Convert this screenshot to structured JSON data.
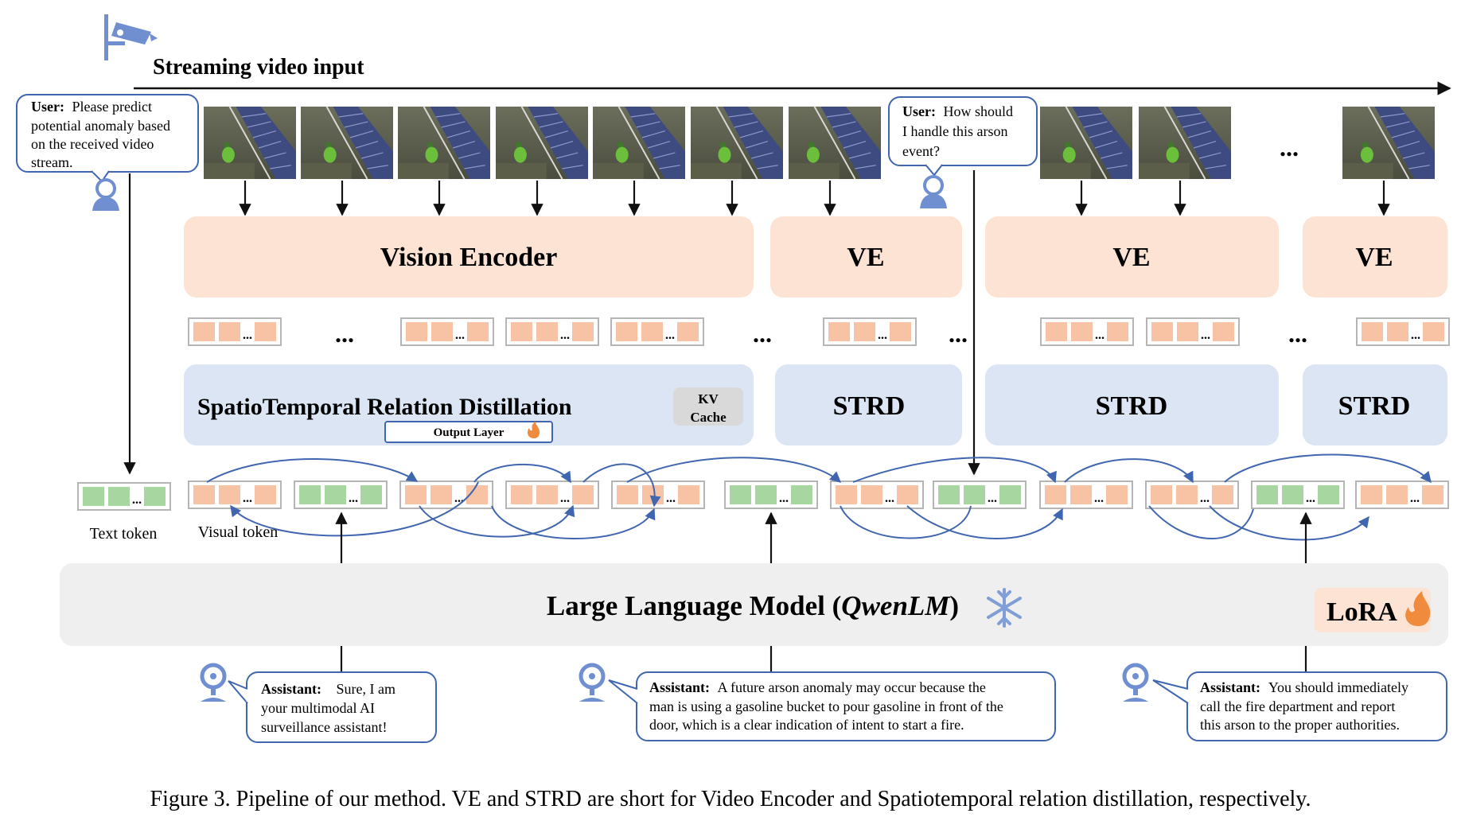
{
  "header": {
    "title": "Streaming video input"
  },
  "user_query_1": {
    "speaker": "User:",
    "text": [
      "Please  predict",
      "potential anomaly based",
      "on the received video",
      "stream."
    ]
  },
  "user_query_2": {
    "speaker": "User:",
    "text": [
      "How should",
      "I handle this arson",
      "event?"
    ]
  },
  "encoders": {
    "main": "Vision Encoder",
    "short": "VE"
  },
  "distill": {
    "main": "SpatioTemporal Relation Distillation",
    "short": "STRD",
    "output_layer": "Output Layer",
    "kv_line1": "KV",
    "kv_line2": "Cache"
  },
  "ellipsis": "...",
  "token_ellipsis": "...",
  "token_labels": {
    "text": "Text token",
    "visual": "Visual token"
  },
  "llm": {
    "prefix": "Large Language Model (",
    "name": "QwenLM",
    "suffix": ")",
    "lora": "LoRA"
  },
  "assistant_1": {
    "speaker": "Assistant:",
    "text": [
      "Sure,  I  am",
      "your   multimodal   AI",
      "surveillance assistant!"
    ]
  },
  "assistant_2": {
    "speaker": "Assistant:",
    "text": [
      "A future arson anomaly may occur because the",
      "man is using a gasoline bucket to pour gasoline in front of the",
      "door, which is a clear indication of intent to start a fire."
    ]
  },
  "assistant_3": {
    "speaker": "Assistant:",
    "text": [
      "You should immediately",
      "call  the  fire  department  and  report",
      "this arson to the proper authorities."
    ]
  },
  "caption": "Figure 3. Pipeline of our method. VE and STRD are short for Video Encoder and Spatiotemporal relation distillation, respectively.",
  "colors": {
    "encoder_fill": "#fde3d4",
    "strd_fill": "#dbe5f4",
    "llm_fill": "#efefef",
    "visual_token": "#f8c3a4",
    "text_token": "#a8d6a0",
    "arrow_blue": "#4166b0",
    "icon_blue": "#6f8fd0",
    "lora_fill": "#fde3d4",
    "kv_fill": "#d9d9d9"
  },
  "icons": [
    "camera-icon",
    "user-icon",
    "flame-icon",
    "snowflake-icon",
    "webcam-icon"
  ]
}
